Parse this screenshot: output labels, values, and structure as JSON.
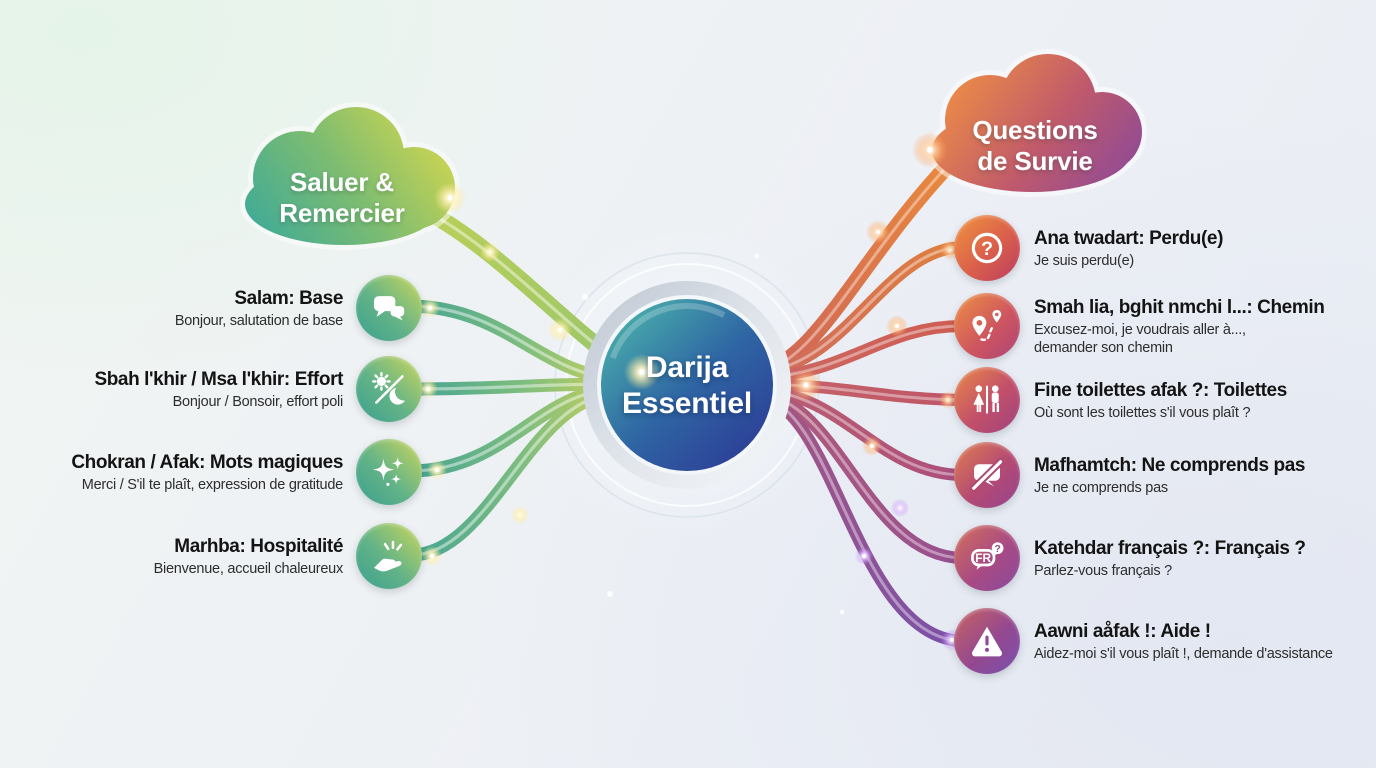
{
  "center": {
    "title": "Darija Essentiel",
    "line1": "Darija",
    "line2": "Essentiel",
    "core_gradient": [
      "#4ab2ab",
      "#2c3a95"
    ],
    "ring_color": "#d3dae2"
  },
  "branches": {
    "left": {
      "label": "Saluer & Remercier",
      "label_line1": "Saluer &",
      "label_line2": "Remercier",
      "cloud_colors": [
        "#42ab95",
        "#ccd551"
      ],
      "items": [
        {
          "icon": "chat-bubbles-icon",
          "title": "Salam: Base",
          "subtitle": "Bonjour, salutation de base"
        },
        {
          "icon": "day-night-icon",
          "title": "Sbah l'khir / Msa l'khir: Effort",
          "subtitle": "Bonjour / Bonsoir, effort poli"
        },
        {
          "icon": "sparkles-icon",
          "title": "Chokran / Afak: Mots magiques",
          "subtitle": "Merci / S'il te plaît, expression de gratitude"
        },
        {
          "icon": "giving-hand-icon",
          "title": "Marhba: Hospitalité",
          "subtitle": "Bienvenue, accueil chaleureux"
        }
      ]
    },
    "right": {
      "label": "Questions de Survie",
      "label_line1": "Questions",
      "label_line2": "de Survie",
      "cloud_colors": [
        "#ef8f44",
        "#8f4a96"
      ],
      "items": [
        {
          "icon": "question-mark-icon",
          "title": "Ana twadart: Perdu(e)",
          "subtitle": "Je suis perdu(e)",
          "glyph": "?"
        },
        {
          "icon": "route-pins-icon",
          "title": "Smah lia, bghit nmchi l...: Chemin",
          "subtitle": "Excusez-moi, je voudrais aller à...,",
          "subtitle2": "demander son chemin"
        },
        {
          "icon": "restroom-icon",
          "title": "Fine toilettes afak ?: Toilettes",
          "subtitle": "Où sont les toilettes s'il vous plaît ?"
        },
        {
          "icon": "no-speech-icon",
          "title": "Mafhamtch: Ne comprends pas",
          "subtitle": "Je ne comprends pas"
        },
        {
          "icon": "french-bubble-icon",
          "title": "Katehdar français ?: Français ?",
          "subtitle": "Parlez-vous français ?",
          "badge": "FR",
          "badge_q": "?"
        },
        {
          "icon": "warning-icon",
          "title": "Aawni aåfak !: Aide !",
          "subtitle": "Aidez-moi s'il vous plaît !, demande d'assistance"
        }
      ]
    }
  }
}
